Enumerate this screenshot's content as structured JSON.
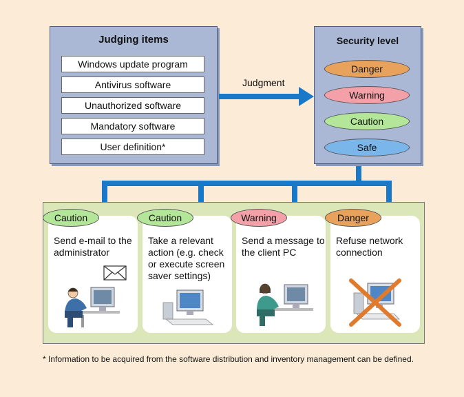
{
  "judging": {
    "title": "Judging items",
    "items": [
      "Windows update program",
      "Antivirus software",
      "Unauthorized software",
      "Mandatory software",
      "User definition*"
    ]
  },
  "arrow_label": "Judgment",
  "security": {
    "title": "Security level",
    "levels": [
      {
        "label": "Danger",
        "color": "#e8a25c"
      },
      {
        "label": "Warning",
        "color": "#f4a0a8"
      },
      {
        "label": "Caution",
        "color": "#b4e69a"
      },
      {
        "label": "Safe",
        "color": "#7ab6ea"
      }
    ]
  },
  "actions": [
    {
      "badge": "Caution",
      "badge_color": "#b4e69a",
      "text": "Send e-mail to the administrator",
      "icon": "envelope-icon"
    },
    {
      "badge": "Caution",
      "badge_color": "#b4e69a",
      "text": "Take a relevant action (e.g. check or execute screen saver settings)",
      "icon": "computer-icon"
    },
    {
      "badge": "Warning",
      "badge_color": "#f4a0a8",
      "text": "Send a message to the client PC",
      "icon": "user-at-pc-icon"
    },
    {
      "badge": "Danger",
      "badge_color": "#e8a25c",
      "text": "Refuse network connection",
      "icon": "blocked-pc-icon"
    }
  ],
  "footnote": "* Information to be acquired from the software distribution and inventory management can be defined.",
  "colors": {
    "background": "#fcebd6",
    "panel_blue": "#aab8d6",
    "arrow_blue": "#1a78c8",
    "action_panel": "#dbe6b9"
  }
}
